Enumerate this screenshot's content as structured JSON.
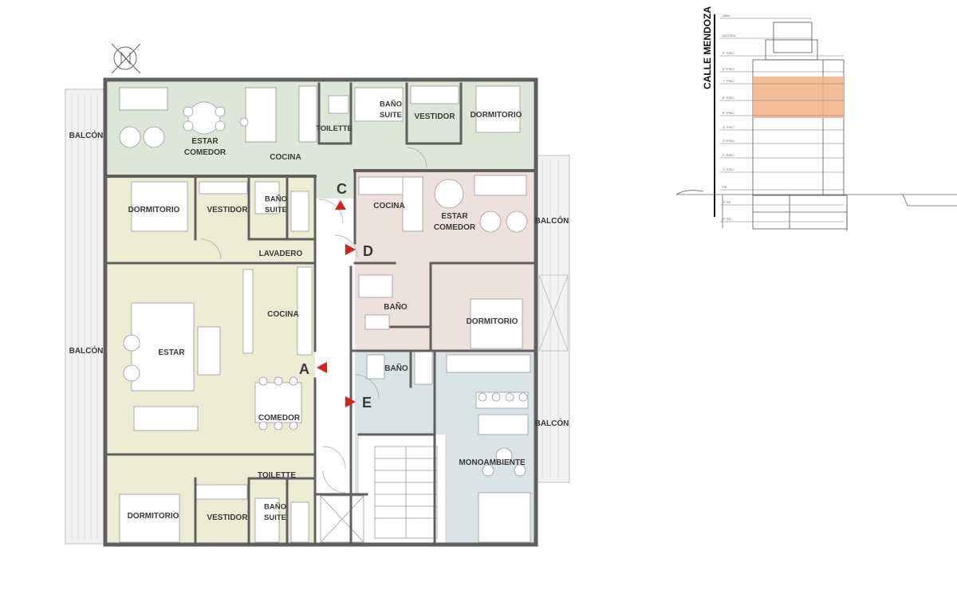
{
  "colors": {
    "unit_c": "#dde6d9",
    "unit_a": "#ececd4",
    "unit_d": "#eee0dc",
    "unit_e": "#d9e3e6",
    "wall": "#5f5f5f",
    "balcony": "#f1f1f1",
    "marker": "#d9211b",
    "highlight": "#f2b185"
  },
  "unit_markers": [
    {
      "letter": "C",
      "direction": "up"
    },
    {
      "letter": "D",
      "direction": "right"
    },
    {
      "letter": "A",
      "direction": "left"
    },
    {
      "letter": "E",
      "direction": "right"
    }
  ],
  "rooms": [
    {
      "id": "balcon-1",
      "lines": [
        "BALCÓN"
      ]
    },
    {
      "id": "estar-comedor-c",
      "lines": [
        "ESTAR",
        "COMEDOR"
      ]
    },
    {
      "id": "cocina-c",
      "lines": [
        "COCINA"
      ]
    },
    {
      "id": "toilette-c",
      "lines": [
        "TOILETTE"
      ]
    },
    {
      "id": "bano-suite-c",
      "lines": [
        "BAÑO",
        "SUITE"
      ]
    },
    {
      "id": "vestidor-c",
      "lines": [
        "VESTIDOR"
      ]
    },
    {
      "id": "dormitorio-c",
      "lines": [
        "DORMITORIO"
      ]
    },
    {
      "id": "dormitorio-a1",
      "lines": [
        "DORMITORIO"
      ]
    },
    {
      "id": "vestidor-a1",
      "lines": [
        "VESTIDOR"
      ]
    },
    {
      "id": "bano-suite-a1",
      "lines": [
        "BAÑO",
        "SUITE"
      ]
    },
    {
      "id": "lavadero-a",
      "lines": [
        "LAVADERO"
      ]
    },
    {
      "id": "cocina-a",
      "lines": [
        "COCINA"
      ]
    },
    {
      "id": "estar-a",
      "lines": [
        "ESTAR"
      ]
    },
    {
      "id": "comedor-a",
      "lines": [
        "COMEDOR"
      ]
    },
    {
      "id": "balcon-2",
      "lines": [
        "BALCÓN"
      ]
    },
    {
      "id": "toilette-a",
      "lines": [
        "TOILETTE"
      ]
    },
    {
      "id": "dormitorio-a2",
      "lines": [
        "DORMITORIO"
      ]
    },
    {
      "id": "vestidor-a2",
      "lines": [
        "VESTIDOR"
      ]
    },
    {
      "id": "bano-suite-a2",
      "lines": [
        "BAÑO",
        "SUITE"
      ]
    },
    {
      "id": "cocina-d",
      "lines": [
        "COCINA"
      ]
    },
    {
      "id": "estar-comedor-d",
      "lines": [
        "ESTAR",
        "COMEDOR"
      ]
    },
    {
      "id": "balcon-3",
      "lines": [
        "BALCÓN"
      ]
    },
    {
      "id": "bano-d",
      "lines": [
        "BAÑO"
      ]
    },
    {
      "id": "dormitorio-d",
      "lines": [
        "DORMITORIO"
      ]
    },
    {
      "id": "bano-e",
      "lines": [
        "BAÑO"
      ]
    },
    {
      "id": "balcon-4",
      "lines": [
        "BALCÓN"
      ]
    },
    {
      "id": "monoambiente-e",
      "lines": [
        "MONOAMBIENTE"
      ]
    }
  ],
  "section": {
    "street": "CALLE MENDOZA",
    "levels": [
      "NMA",
      "AZOTEA",
      "9° PISO",
      "8° PISO",
      "7° PISO",
      "6° PISO",
      "5° PISO",
      "4° PISO",
      "3° PISO",
      "2° PISO",
      "1° PISO",
      "PB",
      "1º SS",
      "2º SS"
    ],
    "highlighted_levels": [
      "7° PISO",
      "6° PISO",
      "5° PISO"
    ]
  }
}
